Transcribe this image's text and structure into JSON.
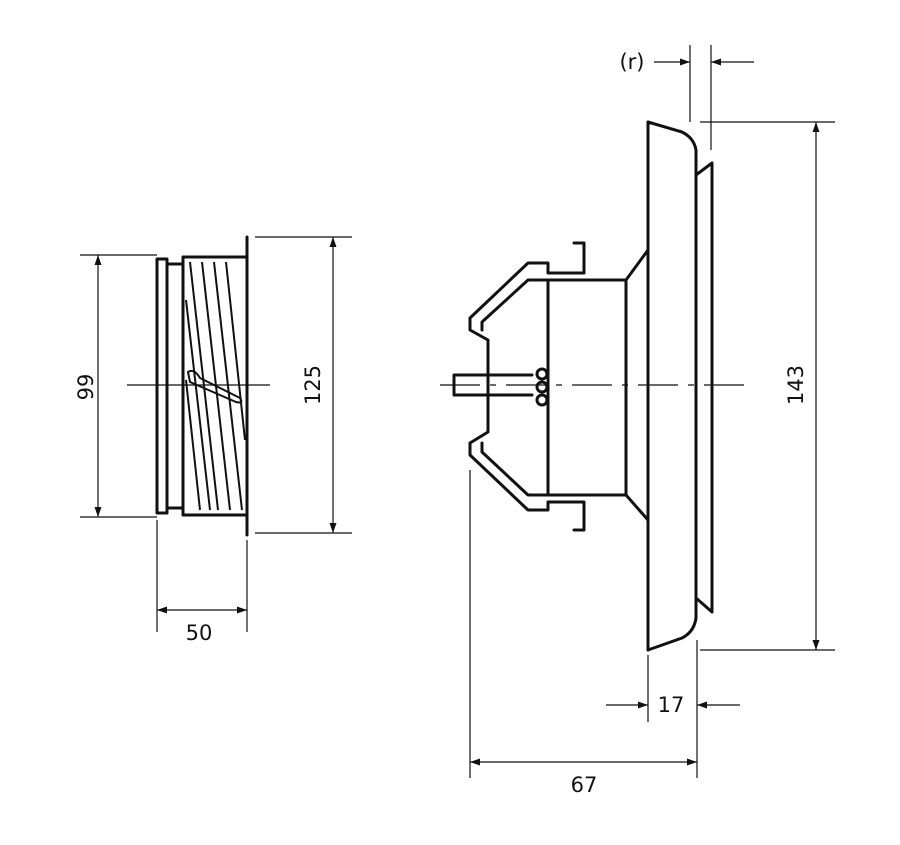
{
  "dimensions": {
    "small_diameter": "99",
    "small_flange_diameter": "125",
    "small_depth": "50",
    "large_clearance": "(r)",
    "large_diameter": "143",
    "large_flange_offset": "17",
    "large_total_depth": "67"
  }
}
